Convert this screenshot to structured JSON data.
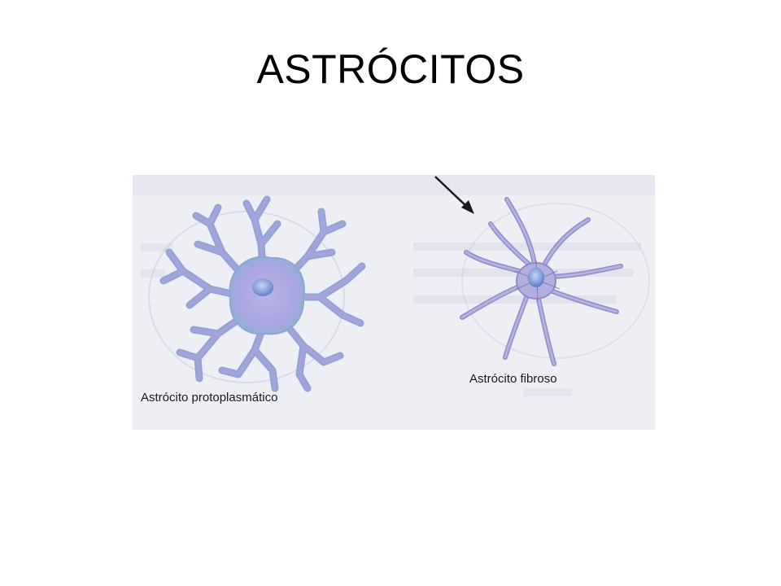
{
  "slide": {
    "title": "ASTRÓCITOS"
  },
  "figure": {
    "labels": {
      "protoplasmic": "Astrócito protoplasmático",
      "fibrous": "Astrócito fibroso"
    },
    "colors": {
      "background": "#ecedf4",
      "protoplasmic_fill": "#a7a6dd",
      "protoplasmic_edge": "#8aa8d2",
      "fibrous_fill": "#b3aee0",
      "fibrous_edge": "#8f8ccc",
      "nucleus": "#7e97d8",
      "arrow": "#1a1a1a"
    }
  }
}
